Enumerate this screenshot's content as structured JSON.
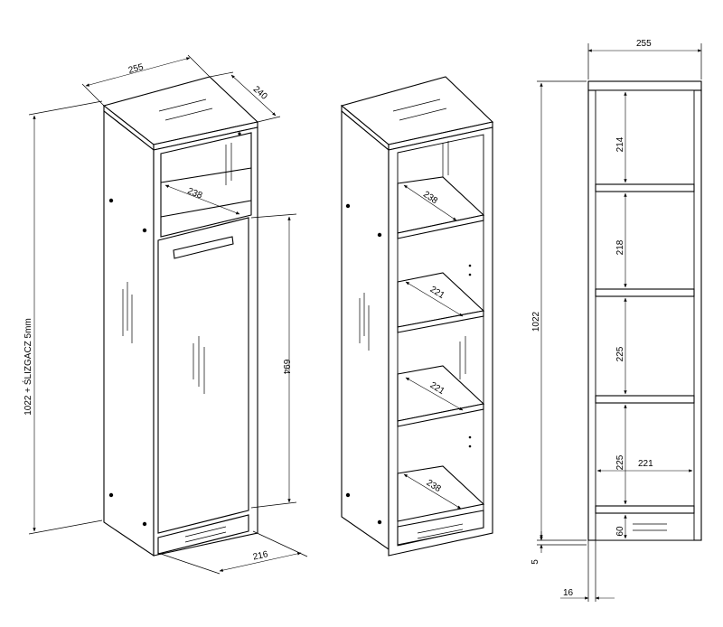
{
  "view_closed": {
    "width": "255",
    "depth": "240",
    "shelf_depth": "238",
    "door_height": "694",
    "plinth_width": "216",
    "total_height": "1022 + ŚLIZGACZ 5mm"
  },
  "view_open": {
    "shelves": [
      "238",
      "221",
      "221",
      "238"
    ]
  },
  "view_front": {
    "width": "255",
    "total_height": "1022",
    "compartments": [
      "214",
      "218",
      "225",
      "225"
    ],
    "inner_width": "221",
    "plinth": "60",
    "glide": "5",
    "side": "16"
  }
}
